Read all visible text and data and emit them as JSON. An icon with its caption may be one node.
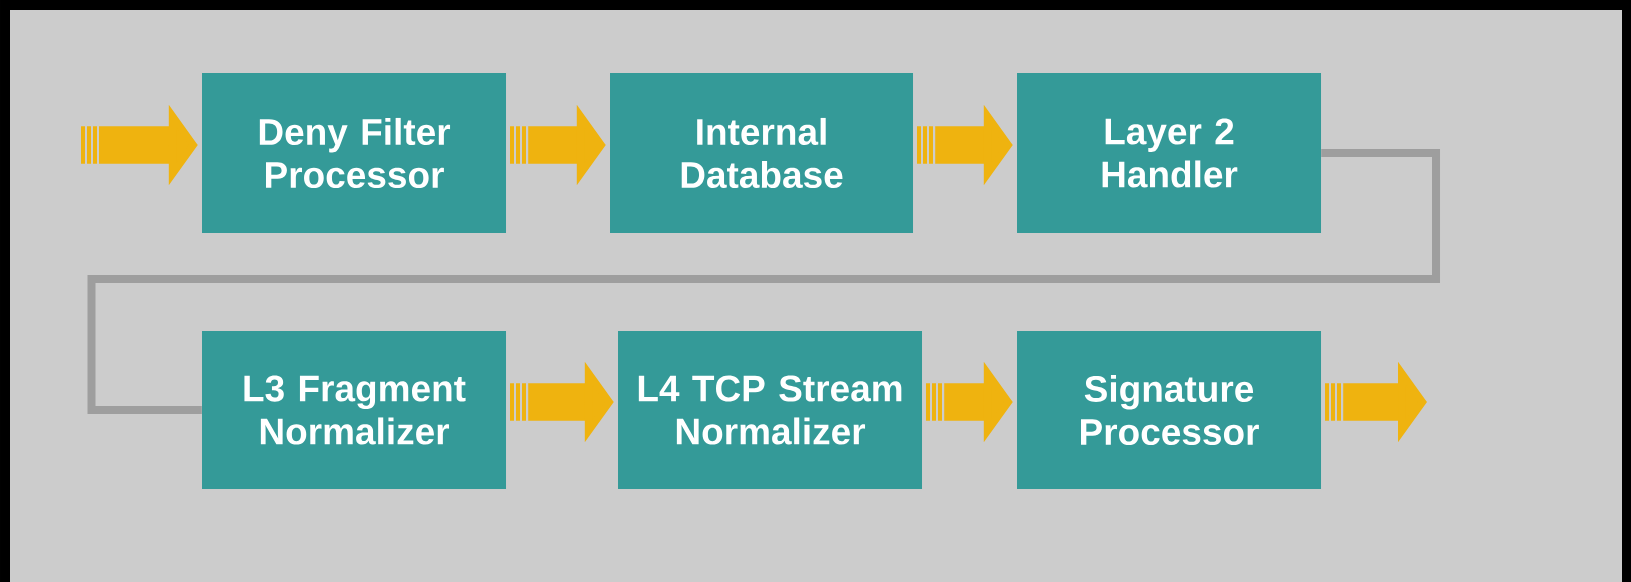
{
  "diagram": {
    "nodes": [
      {
        "text": [
          "Deny Filter Processor"
        ]
      },
      {
        "text": [
          "Internal Database"
        ]
      },
      {
        "text": [
          "Layer 2 Handler"
        ]
      },
      {
        "text": [
          "L3 Fragment Normalizer"
        ]
      },
      {
        "text": [
          "L4 TCP Stream Normalizer"
        ]
      },
      {
        "text": [
          "Signature Processor"
        ]
      }
    ],
    "edges": [
      {
        "from": null,
        "to": 0,
        "arrow": "to"
      },
      {
        "from": 0,
        "to": 1,
        "arrow": "to"
      },
      {
        "from": 1,
        "to": 2,
        "arrow": "to"
      },
      {
        "from": 2,
        "to": 3,
        "arrow": "none",
        "color": "#9e9e9e"
      },
      {
        "from": 3,
        "to": 4,
        "arrow": "to"
      },
      {
        "from": 4,
        "to": 5,
        "arrow": "to"
      },
      {
        "from": 5,
        "to": null,
        "arrow": "to"
      }
    ]
  }
}
